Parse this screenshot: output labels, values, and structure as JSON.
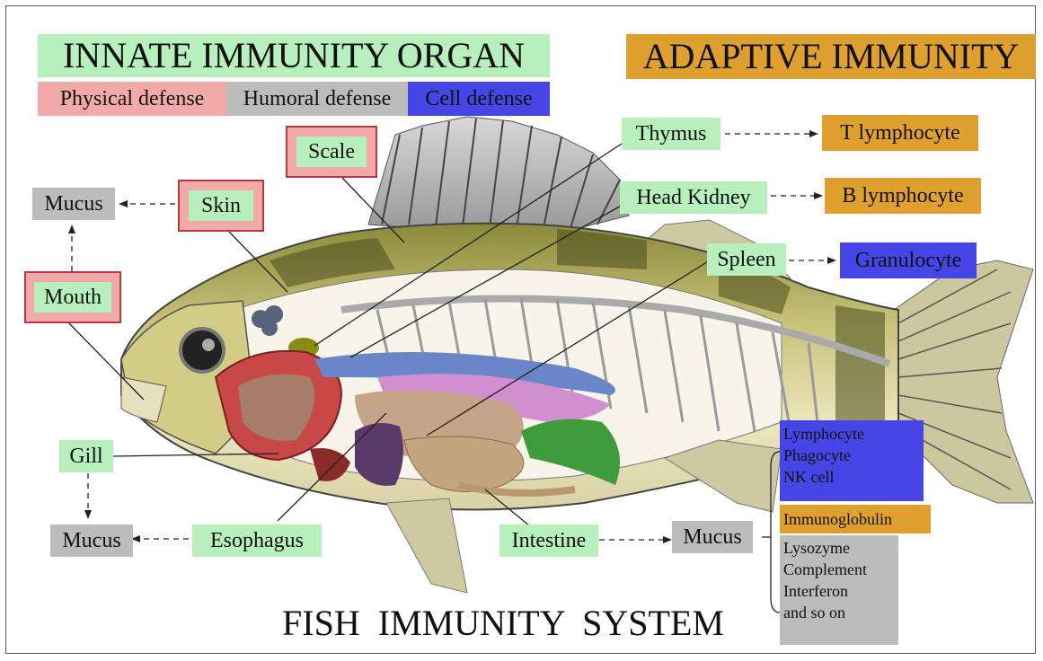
{
  "headers": {
    "innate": "INNATE IMMUNITY ORGAN",
    "adaptive": "ADAPTIVE IMMUNITY",
    "physical": "Physical defense",
    "humoral": "Humoral defense",
    "cell": "Cell defense"
  },
  "organs": {
    "scale": "Scale",
    "skin": "Skin",
    "mouth": "Mouth",
    "mucus_top": "Mucus",
    "gill": "Gill",
    "mucus_bottom": "Mucus",
    "esophagus": "Esophagus",
    "thymus": "Thymus",
    "head_kidney": "Head Kidney",
    "spleen": "Spleen",
    "intestine": "Intestine",
    "mucus_intestine": "Mucus"
  },
  "adaptive_cells": {
    "t_lymphocyte": "T lymphocyte",
    "b_lymphocyte": "B lymphocyte",
    "granulocyte": "Granulocyte"
  },
  "mucus_components": {
    "cells": [
      "Lymphocyte",
      "Phagocyte",
      "NK cell"
    ],
    "immunoglobulin": "Immunoglobulin",
    "humoral": [
      "Lysozyme",
      "Complement",
      "Interferon",
      "and so on"
    ]
  },
  "footer": "FISH  IMMUNITY  SYSTEM",
  "colors": {
    "physical": "#f2aaa8",
    "humoral": "#bcbcbc",
    "cell": "#4646e6",
    "adaptive": "#e0a030",
    "organ_label": "#b8f0bd"
  }
}
